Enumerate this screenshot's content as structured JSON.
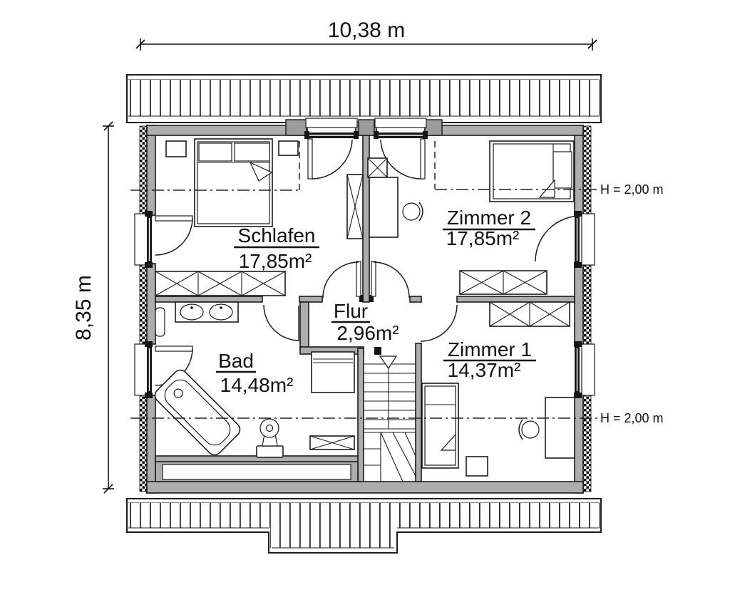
{
  "plan": {
    "dimension_top": "10,38 m",
    "dimension_left": "8,35 m",
    "height_marker_upper": "H = 2,00 m",
    "height_marker_lower": "H = 2,00 m",
    "rooms": {
      "schlafen": {
        "name": "Schlafen",
        "area": "17,85m²"
      },
      "zimmer2": {
        "name": "Zimmer 2",
        "area": "17,85m²"
      },
      "flur": {
        "name": "Flur",
        "area": "2,96m²"
      },
      "bad": {
        "name": "Bad",
        "area": "14,48m²"
      },
      "zimmer1": {
        "name": "Zimmer 1",
        "area": "14,37m²"
      }
    },
    "furniture_icons": [
      "double-bed",
      "single-bed",
      "wardrobe",
      "desk",
      "office-chair",
      "double-washbasin",
      "bathtub",
      "toilet",
      "staircase",
      "radiator",
      "cabinet",
      "nightstand"
    ],
    "colors": {
      "wall": "#adadad",
      "pier": "#9c9c9c",
      "line": "#1c1c1c",
      "glazing": "#161616",
      "background": "#ffffff"
    }
  }
}
